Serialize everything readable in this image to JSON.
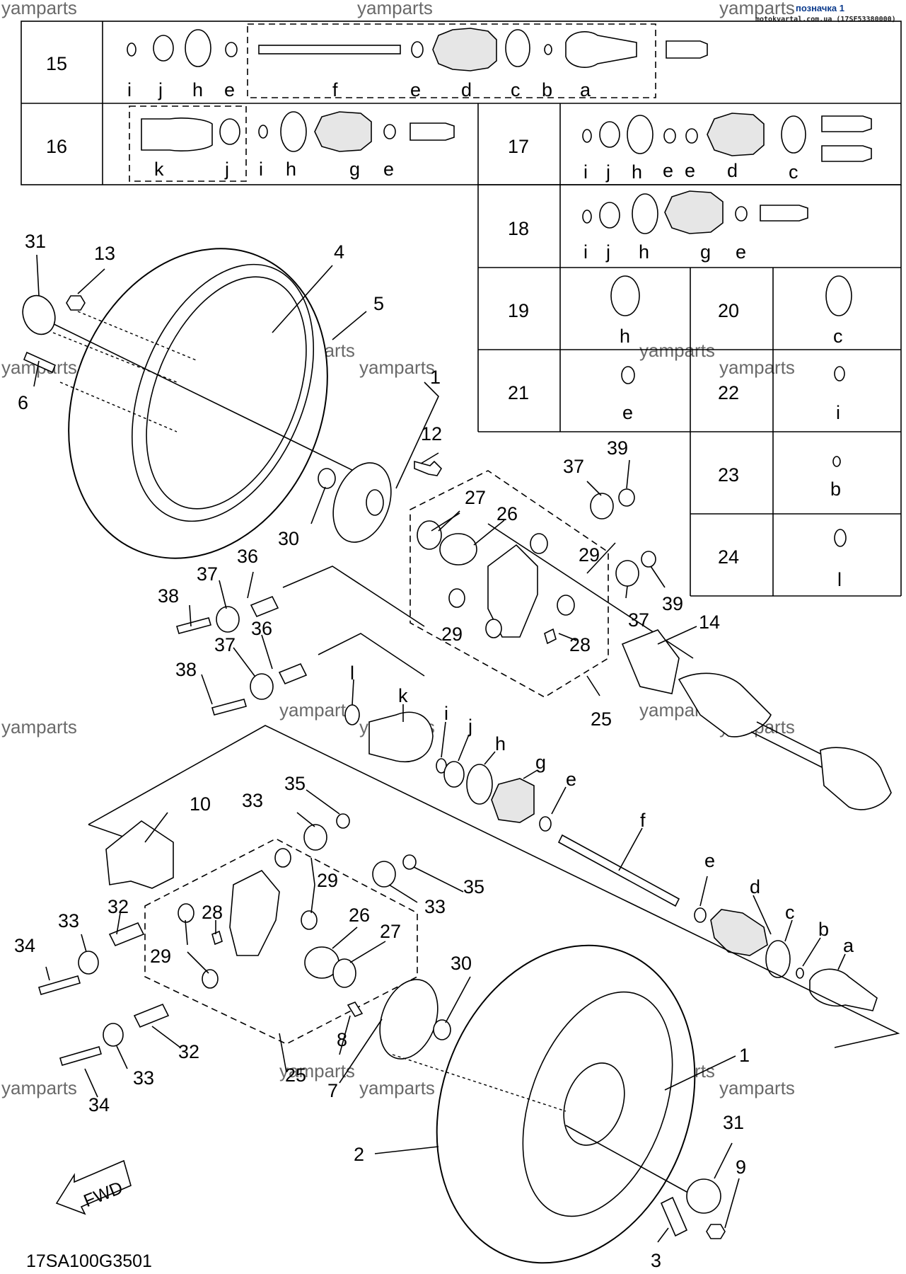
{
  "header_tag": {
    "title": "позначка 1",
    "subtitle": "motokvartal.com.ua (17SF53380000)"
  },
  "watermark": "yamparts",
  "diagram_code": "17SA100G3501",
  "fwd_label": "FWD",
  "sets": {
    "s15": {
      "number": "15",
      "letters": [
        "i",
        "j",
        "h",
        "e",
        "f",
        "e",
        "d",
        "c",
        "b",
        "a"
      ]
    },
    "s16": {
      "number": "16",
      "letters": [
        "k",
        "j",
        "i",
        "h",
        "g",
        "e"
      ]
    },
    "s17": {
      "number": "17",
      "letters": [
        "i",
        "j",
        "h",
        "e",
        "e",
        "d",
        "c"
      ]
    },
    "s18": {
      "number": "18",
      "letters": [
        "i",
        "j",
        "h",
        "g",
        "e"
      ]
    },
    "s19": {
      "number": "19",
      "letters": [
        "h"
      ]
    },
    "s20": {
      "number": "20",
      "letters": [
        "c"
      ]
    },
    "s21": {
      "number": "21",
      "letters": [
        "e"
      ]
    },
    "s22": {
      "number": "22",
      "letters": [
        "i"
      ]
    },
    "s23": {
      "number": "23",
      "letters": [
        "b"
      ]
    },
    "s24": {
      "number": "24",
      "letters": [
        "l"
      ]
    }
  },
  "callouts": {
    "n1a": "1",
    "n1b": "1",
    "n2": "2",
    "n3": "3",
    "n4": "4",
    "n5": "5",
    "n6": "6",
    "n7": "7",
    "n8": "8",
    "n9": "9",
    "n10": "10",
    "n12": "12",
    "n13": "13",
    "n14": "14",
    "n25a": "25",
    "n25b": "25",
    "n26a": "26",
    "n26b": "26",
    "n27a": "27",
    "n27b": "27",
    "n28a": "28",
    "n28b": "28",
    "n29a": "29",
    "n29b": "29",
    "n29c": "29",
    "n29d": "29",
    "n30a": "30",
    "n30b": "30",
    "n31a": "31",
    "n31b": "31",
    "n32a": "32",
    "n32b": "32",
    "n33a": "33",
    "n33b": "33",
    "n33c": "33",
    "n33d": "33",
    "n34a": "34",
    "n34b": "34",
    "n35a": "35",
    "n35b": "35",
    "n36a": "36",
    "n36b": "36",
    "n37a": "37",
    "n37b": "37",
    "n37c": "37",
    "n37d": "37",
    "n38a": "38",
    "n38b": "38",
    "n39a": "39",
    "n39b": "39"
  },
  "shaft_letters": {
    "l": "l",
    "k": "k",
    "i": "i",
    "j": "j",
    "h": "h",
    "g": "g",
    "e1": "e",
    "f": "f",
    "e2": "e",
    "d": "d",
    "c": "c",
    "b": "b",
    "a": "a"
  }
}
